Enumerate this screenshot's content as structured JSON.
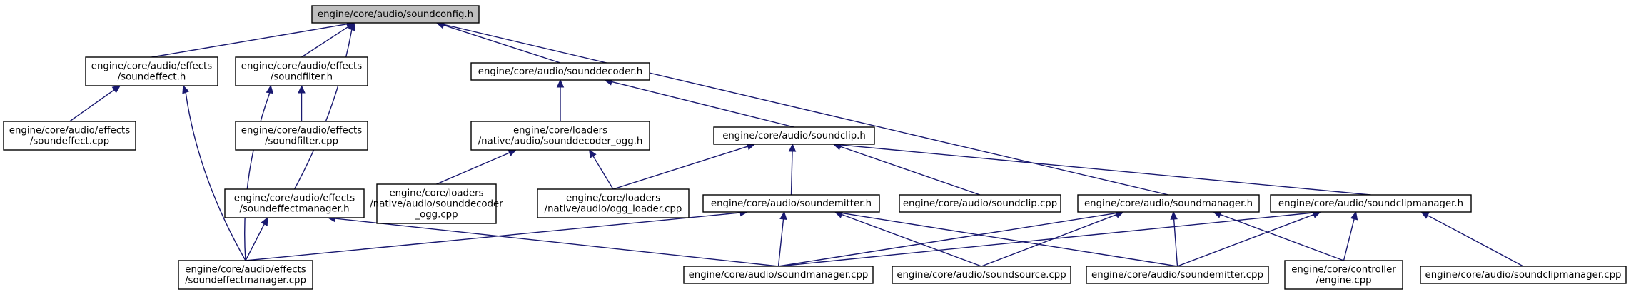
{
  "colors": {
    "edge": "#191970",
    "root_fill": "#bfbfbf",
    "node_fill": "#ffffff",
    "node_border": "#000000"
  },
  "nodes": [
    {
      "id": "soundconfig_h",
      "lines": [
        "engine/core/audio/soundconfig.h"
      ],
      "root": true
    },
    {
      "id": "soundeffect_h",
      "lines": [
        "engine/core/audio/effects",
        "/soundeffect.h"
      ]
    },
    {
      "id": "soundfilter_h",
      "lines": [
        "engine/core/audio/effects",
        "/soundfilter.h"
      ]
    },
    {
      "id": "sounddecoder_h",
      "lines": [
        "engine/core/audio/sounddecoder.h"
      ]
    },
    {
      "id": "soundeffect_cpp",
      "lines": [
        "engine/core/audio/effects",
        "/soundeffect.cpp"
      ]
    },
    {
      "id": "soundfilter_cpp",
      "lines": [
        "engine/core/audio/effects",
        "/soundfilter.cpp"
      ]
    },
    {
      "id": "sounddecoder_ogg_h",
      "lines": [
        "engine/core/loaders",
        "/native/audio/sounddecoder_ogg.h"
      ]
    },
    {
      "id": "soundclip_h",
      "lines": [
        "engine/core/audio/soundclip.h"
      ]
    },
    {
      "id": "soundeffectmanager_h",
      "lines": [
        "engine/core/audio/effects",
        "/soundeffectmanager.h"
      ]
    },
    {
      "id": "sounddecoder_ogg_cpp",
      "lines": [
        "engine/core/loaders",
        "/native/audio/sounddecoder",
        "_ogg.cpp"
      ]
    },
    {
      "id": "ogg_loader_cpp",
      "lines": [
        "engine/core/loaders",
        "/native/audio/ogg_loader.cpp"
      ]
    },
    {
      "id": "soundemitter_h",
      "lines": [
        "engine/core/audio/soundemitter.h"
      ]
    },
    {
      "id": "soundclip_cpp",
      "lines": [
        "engine/core/audio/soundclip.cpp"
      ]
    },
    {
      "id": "soundmanager_h",
      "lines": [
        "engine/core/audio/soundmanager.h"
      ]
    },
    {
      "id": "soundclipmanager_h",
      "lines": [
        "engine/core/audio/soundclipmanager.h"
      ]
    },
    {
      "id": "soundeffectmanager_cpp",
      "lines": [
        "engine/core/audio/effects",
        "/soundeffectmanager.cpp"
      ]
    },
    {
      "id": "soundmanager_cpp",
      "lines": [
        "engine/core/audio/soundmanager.cpp"
      ]
    },
    {
      "id": "soundsource_cpp",
      "lines": [
        "engine/core/audio/soundsource.cpp"
      ]
    },
    {
      "id": "soundemitter_cpp",
      "lines": [
        "engine/core/audio/soundemitter.cpp"
      ]
    },
    {
      "id": "engine_cpp",
      "lines": [
        "engine/core/controller",
        "/engine.cpp"
      ]
    },
    {
      "id": "soundclipmanager_cpp",
      "lines": [
        "engine/core/audio/soundclipmanager.cpp"
      ]
    }
  ],
  "edges": [
    {
      "from": "soundeffect_h",
      "to": "soundconfig_h"
    },
    {
      "from": "soundfilter_h",
      "to": "soundconfig_h"
    },
    {
      "from": "sounddecoder_h",
      "to": "soundconfig_h"
    },
    {
      "from": "soundeffectmanager_h",
      "to": "soundconfig_h"
    },
    {
      "from": "soundmanager_h",
      "to": "soundconfig_h"
    },
    {
      "from": "soundeffect_cpp",
      "to": "soundeffect_h"
    },
    {
      "from": "soundeffectmanager_cpp",
      "to": "soundeffect_h"
    },
    {
      "from": "soundfilter_cpp",
      "to": "soundfilter_h"
    },
    {
      "from": "soundeffectmanager_cpp",
      "to": "soundfilter_h"
    },
    {
      "from": "sounddecoder_ogg_h",
      "to": "sounddecoder_h"
    },
    {
      "from": "soundclip_h",
      "to": "sounddecoder_h"
    },
    {
      "from": "sounddecoder_ogg_cpp",
      "to": "sounddecoder_ogg_h"
    },
    {
      "from": "ogg_loader_cpp",
      "to": "sounddecoder_ogg_h"
    },
    {
      "from": "ogg_loader_cpp",
      "to": "soundclip_h"
    },
    {
      "from": "soundemitter_h",
      "to": "soundclip_h"
    },
    {
      "from": "soundclip_cpp",
      "to": "soundclip_h"
    },
    {
      "from": "soundclipmanager_h",
      "to": "soundclip_h"
    },
    {
      "from": "soundeffectmanager_cpp",
      "to": "soundeffectmanager_h"
    },
    {
      "from": "soundmanager_cpp",
      "to": "soundeffectmanager_h"
    },
    {
      "from": "soundeffectmanager_cpp",
      "to": "soundemitter_h"
    },
    {
      "from": "soundmanager_cpp",
      "to": "soundemitter_h"
    },
    {
      "from": "soundsource_cpp",
      "to": "soundemitter_h"
    },
    {
      "from": "soundemitter_cpp",
      "to": "soundemitter_h"
    },
    {
      "from": "soundmanager_cpp",
      "to": "soundmanager_h"
    },
    {
      "from": "soundsource_cpp",
      "to": "soundmanager_h"
    },
    {
      "from": "soundemitter_cpp",
      "to": "soundmanager_h"
    },
    {
      "from": "engine_cpp",
      "to": "soundmanager_h"
    },
    {
      "from": "soundmanager_cpp",
      "to": "soundclipmanager_h"
    },
    {
      "from": "soundemitter_cpp",
      "to": "soundclipmanager_h"
    },
    {
      "from": "engine_cpp",
      "to": "soundclipmanager_h"
    },
    {
      "from": "soundclipmanager_cpp",
      "to": "soundclipmanager_h"
    }
  ]
}
